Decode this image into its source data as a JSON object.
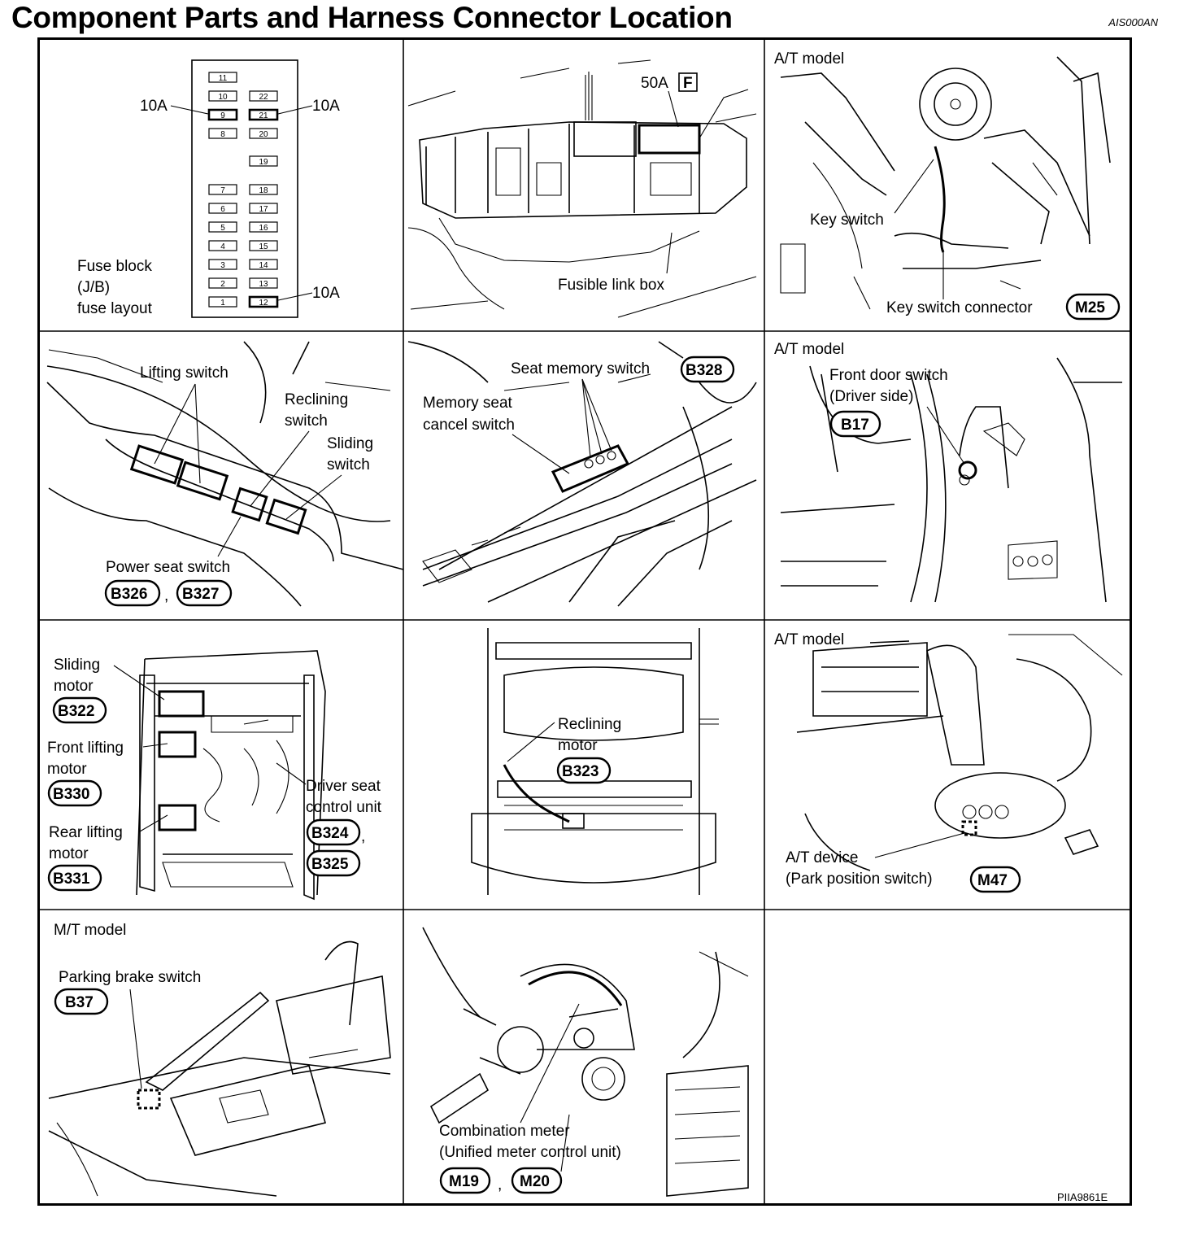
{
  "header": {
    "title": "Component Parts and Harness Connector Location",
    "doc_code": "AIS000AN",
    "figure_code": "PIIA9861E"
  },
  "panels": {
    "fuse_block": {
      "caption_line1": "Fuse block",
      "caption_line2": "(J/B)",
      "caption_line3": "fuse layout",
      "left_column": [
        "11",
        "10",
        "9",
        "8",
        "7",
        "6",
        "5",
        "4",
        "3",
        "2",
        "1"
      ],
      "right_column": [
        "22",
        "21",
        "20",
        "19",
        "18",
        "17",
        "16",
        "15",
        "14",
        "13",
        "12"
      ],
      "callout_fuse9": "10A",
      "callout_fuse21": "10A",
      "callout_fuse12": "10A"
    },
    "fusible_link": {
      "rating": "50A",
      "letter": "F",
      "label": "Fusible link box"
    },
    "key_switch": {
      "model": "A/T model",
      "switch_label": "Key switch",
      "connector_label": "Key switch connector",
      "connector": "M25"
    },
    "power_seat": {
      "lifting": "Lifting switch",
      "reclining_1": "Reclining",
      "reclining_2": "switch",
      "sliding_1": "Sliding",
      "sliding_2": "switch",
      "label": "Power seat switch",
      "connector_a": "B326",
      "sep": ",",
      "connector_b": "B327"
    },
    "seat_memory": {
      "label": "Seat memory switch",
      "connector": "B328",
      "cancel_1": "Memory seat",
      "cancel_2": "cancel switch"
    },
    "door_switch": {
      "model": "A/T model",
      "label_1": "Front door switch",
      "label_2": "(Driver side)",
      "connector": "B17"
    },
    "seat_motors": {
      "sliding_1": "Sliding",
      "sliding_2": "motor",
      "sliding_conn": "B322",
      "front_1": "Front lifting",
      "front_2": "motor",
      "front_conn": "B330",
      "rear_1": "Rear lifting",
      "rear_2": "motor",
      "rear_conn": "B331",
      "dsc_1": "Driver seat",
      "dsc_2": "control unit",
      "dsc_conn_a": "B324",
      "dsc_sep": ",",
      "dsc_conn_b": "B325"
    },
    "reclining_motor": {
      "label_1": "Reclining",
      "label_2": "motor",
      "connector": "B323"
    },
    "at_device": {
      "model": "A/T model",
      "label_1": "A/T device",
      "label_2": "(Park position switch)",
      "connector": "M47"
    },
    "parking_brake": {
      "model": "M/T model",
      "label": "Parking brake switch",
      "connector": "B37"
    },
    "combination_meter": {
      "label_1": "Combination meter",
      "label_2": "(Unified meter control unit)",
      "connector_a": "M19",
      "sep": ",",
      "connector_b": "M20"
    }
  }
}
